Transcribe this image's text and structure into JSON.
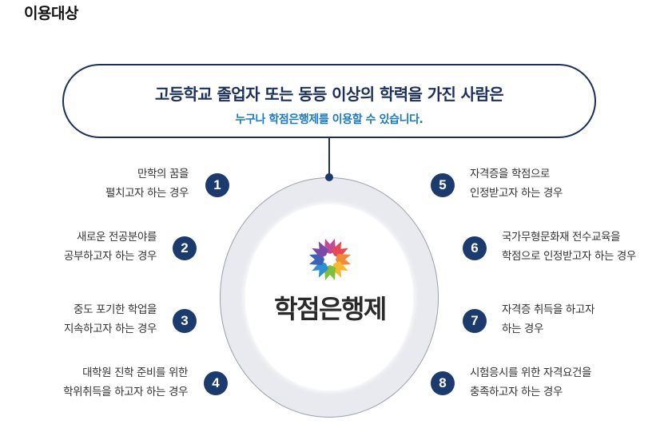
{
  "section": {
    "title": "이용대상"
  },
  "headline": {
    "main": "고등학교 졸업자 또는 동등 이상의 학력을 가진 사람은",
    "sub": "누구나 학점은행제를 이용할 수 있습니다."
  },
  "center": {
    "logo_icon": "flower-logo-icon",
    "logo_text": "학점은행제"
  },
  "colors": {
    "navy": "#1b2f5c",
    "badge": "#1b3a6e",
    "accent_blue": "#1a79c2",
    "ring": "#e8eaef"
  },
  "items": [
    {
      "number": "1",
      "line1": "만학의 꿈을",
      "line2": "펼치고자 하는 경우"
    },
    {
      "number": "2",
      "line1": "새로운 전공분야를",
      "line2": "공부하고자 하는 경우"
    },
    {
      "number": "3",
      "line1": "중도 포기한 학업을",
      "line2": "지속하고자 하는 경우"
    },
    {
      "number": "4",
      "line1": "대학원 진학 준비를 위한",
      "line2": "학위취득을 하고자 하는 경우"
    },
    {
      "number": "5",
      "line1": "자격증을 학점으로",
      "line2": "인정받고자 하는 경우"
    },
    {
      "number": "6",
      "line1": "국가무형문화재 전수교육을",
      "line2": "학점으로 인정받고자 하는 경우"
    },
    {
      "number": "7",
      "line1": "자격증 취득을 하고자",
      "line2": "하는 경우"
    },
    {
      "number": "8",
      "line1": "시험응시를 위한 자격요건을",
      "line2": "충족하고자 하는 경우"
    }
  ]
}
